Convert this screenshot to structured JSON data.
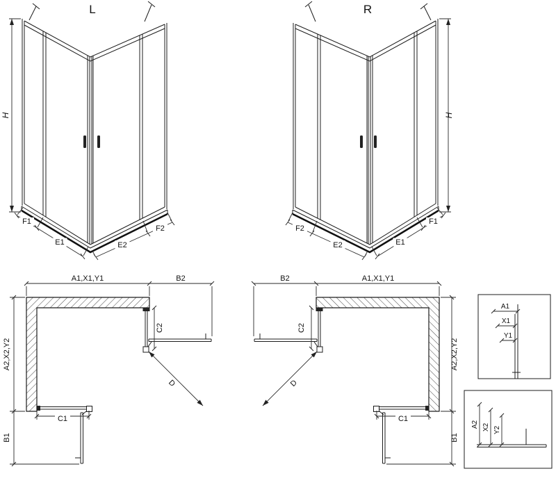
{
  "iso_left": {
    "title": "L",
    "dim_h": "H",
    "dim_f1": "F1",
    "dim_e1": "E1",
    "dim_e2": "E2",
    "dim_f2": "F2"
  },
  "iso_right": {
    "title": "R",
    "dim_h": "H",
    "dim_f2": "F2",
    "dim_e2": "E2",
    "dim_e1": "E1",
    "dim_f1": "F1"
  },
  "plan_left": {
    "dim_top": "A1,X1,Y1",
    "dim_top_right": "B2",
    "dim_c2": "C2",
    "dim_left": "A2,X2,Y2",
    "dim_d": "D",
    "dim_c1": "C1",
    "dim_b1": "B1"
  },
  "plan_right": {
    "dim_top_left": "B2",
    "dim_top": "A1,X1,Y1",
    "dim_c2": "C2",
    "dim_right": "A2,X2,Y2",
    "dim_d": "D",
    "dim_c1": "C1",
    "dim_b1": "B1"
  },
  "detail_top": {
    "dim_a1": "A1",
    "dim_x1": "X1",
    "dim_y1": "Y1"
  },
  "detail_bottom": {
    "dim_a2": "A2",
    "dim_x2": "X2",
    "dim_y2": "Y2"
  }
}
